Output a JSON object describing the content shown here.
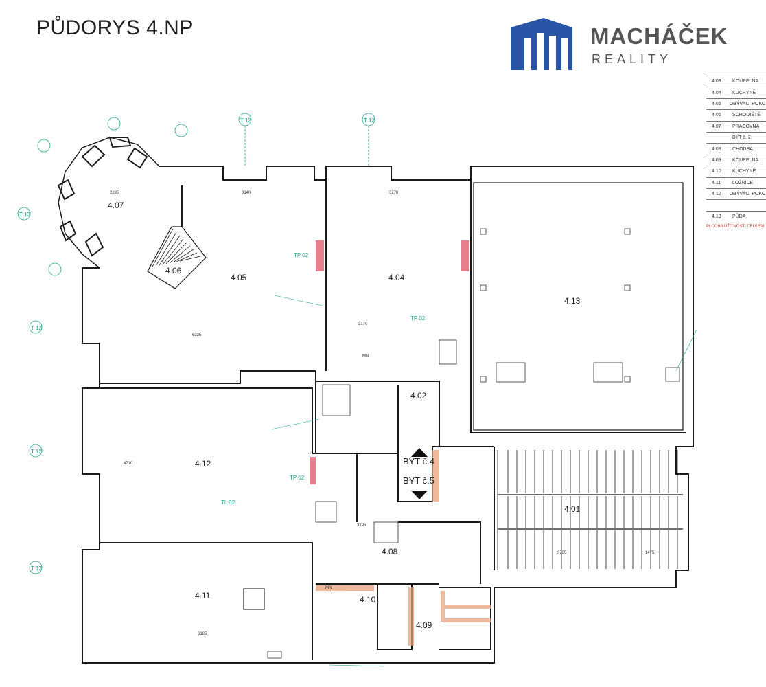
{
  "title": "PŮDORYS 4.NP",
  "brand": {
    "name": "MACHÁČEK",
    "sub": "REALITY",
    "color": "#2a54a6"
  },
  "rooms": [
    {
      "code": "4.07"
    },
    {
      "code": "4.06"
    },
    {
      "code": "4.05"
    },
    {
      "code": "4.04"
    },
    {
      "code": "4.13"
    },
    {
      "code": "4.02"
    },
    {
      "code": "4.12"
    },
    {
      "code": "4.01"
    },
    {
      "code": "4.08"
    },
    {
      "code": "4.11"
    },
    {
      "code": "4.10"
    },
    {
      "code": "4.09"
    }
  ],
  "apartments": {
    "a": "BYT č.4",
    "b": "BYT č.5"
  },
  "legend": [
    {
      "code": "4.03",
      "name": "KOUPELNA"
    },
    {
      "code": "4.04",
      "name": "KUCHYNĚ"
    },
    {
      "code": "4.05",
      "name": "OBÝVACÍ POKOJ"
    },
    {
      "code": "4.06",
      "name": "SCHODIŠTĚ"
    },
    {
      "code": "4.07",
      "name": "PRACOVNA"
    },
    {
      "code": "",
      "name": "BYT č. 2"
    },
    {
      "code": "4.08",
      "name": "CHODBA"
    },
    {
      "code": "4.09",
      "name": "KOUPELNA"
    },
    {
      "code": "4.10",
      "name": "KUCHYNĚ"
    },
    {
      "code": "4.11",
      "name": "LOŽNICE"
    },
    {
      "code": "4.12",
      "name": "OBÝVACÍ POKOJ"
    },
    {
      "code": "",
      "name": ""
    },
    {
      "code": "4.13",
      "name": "PŮDA"
    }
  ],
  "legend_note": "PLOCHA UŽITNOSTI CELKEM",
  "dims": {
    "d1": "2895",
    "d2": "3140",
    "d3": "3270",
    "d4": "6325",
    "d5": "6185",
    "d6": "4710",
    "d7": "3195",
    "d8": "3765",
    "d9": "1475",
    "d10": "2170"
  },
  "tags": {
    "t1": "T 12",
    "t2": "T 13",
    "tp": "TP 02",
    "tl": "TL 02",
    "mn": "MN"
  },
  "colors": {
    "wall": "#1a1a1a",
    "accent": "#e8a07a",
    "cyan": "#1aa38a",
    "hatch": "#e06070"
  }
}
